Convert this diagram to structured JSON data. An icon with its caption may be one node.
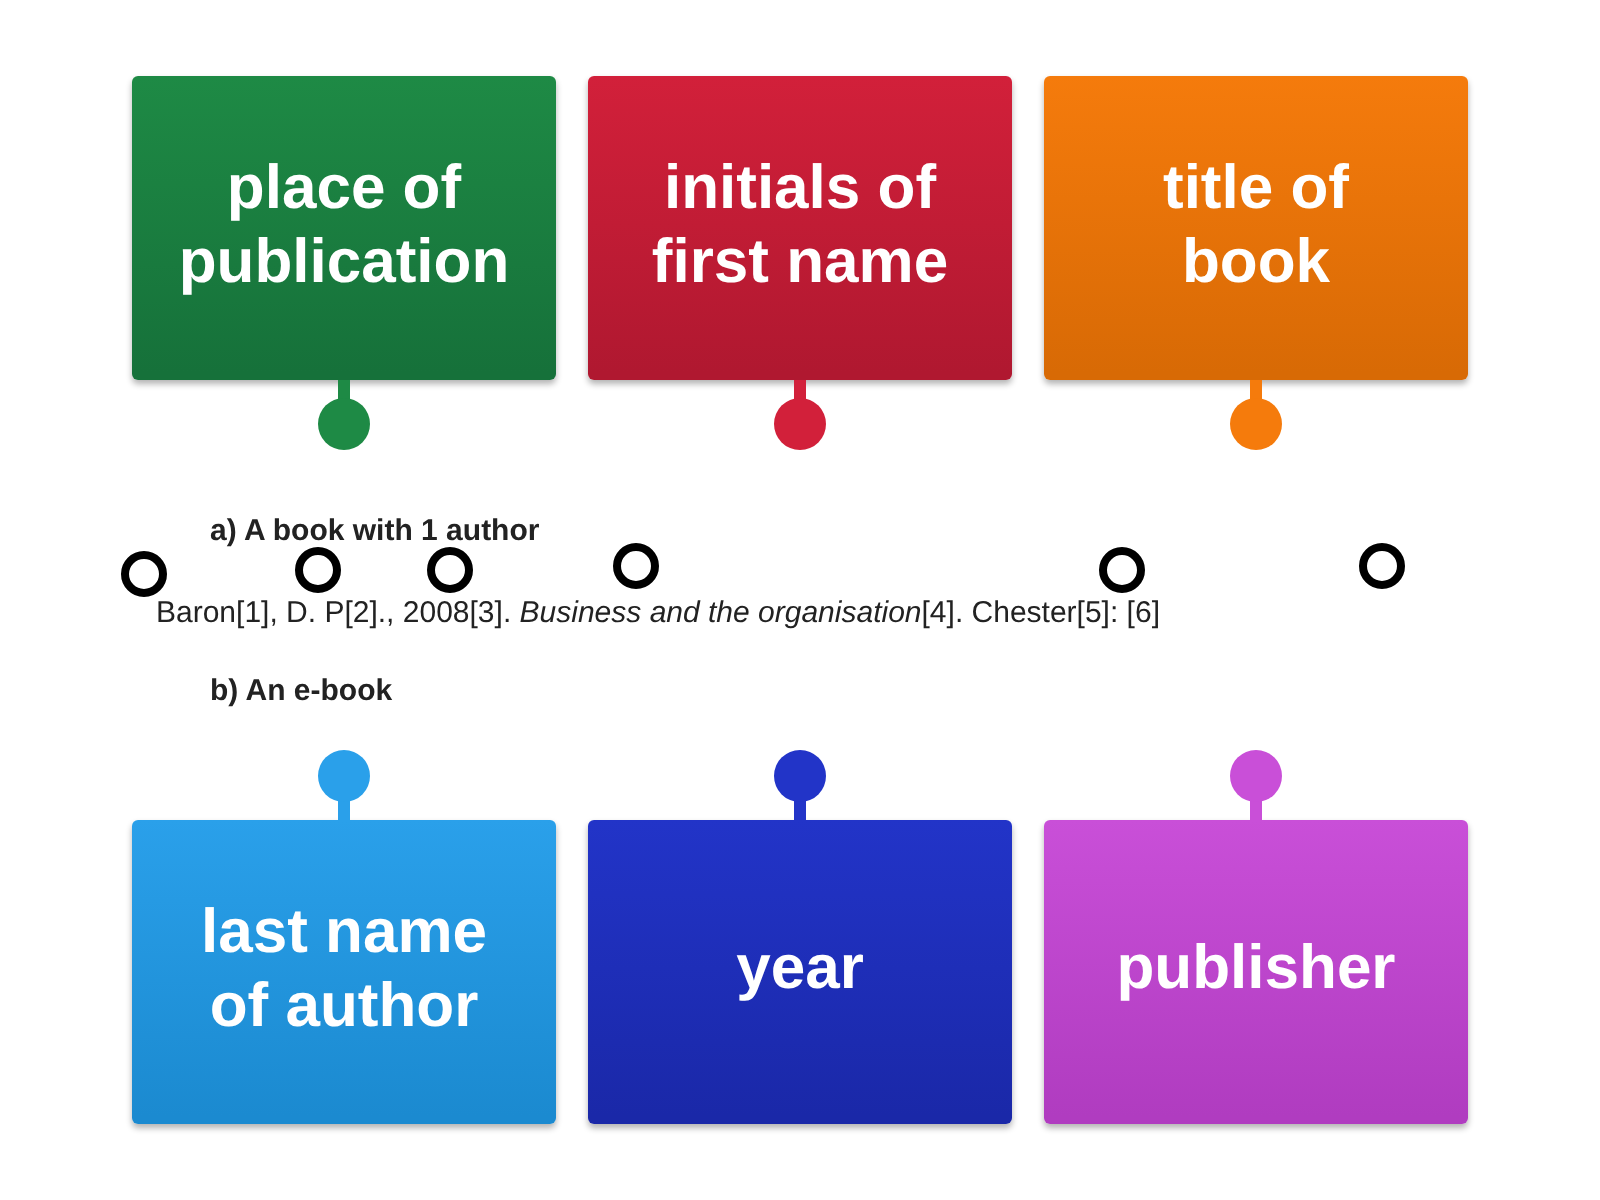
{
  "diagram": {
    "nodes": [
      {
        "text": [
          "place of publication"
        ]
      },
      {
        "text": [
          "initials of first name"
        ]
      },
      {
        "text": [
          "title of book"
        ]
      },
      {
        "text": [
          "last name of author"
        ]
      },
      {
        "text": [
          "year"
        ]
      },
      {
        "text": [
          "publisher"
        ]
      }
    ],
    "labels": [
      "a)  A book with 1 author",
      "Baron[1], D. P[2]., 2008[3]. *Business and the organisation*[4]. Chester[5]: [6]",
      "b)  An e-book"
    ]
  }
}
